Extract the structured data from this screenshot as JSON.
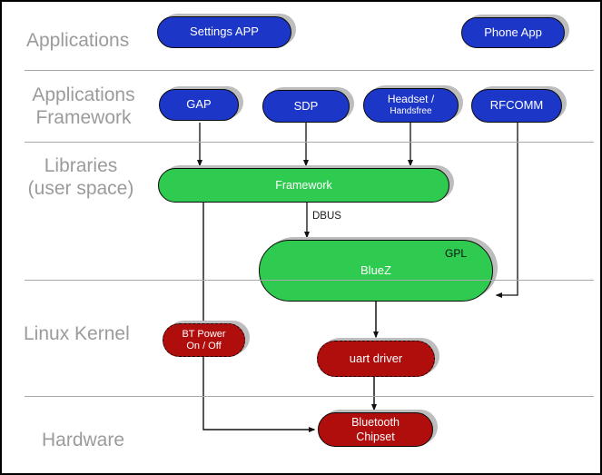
{
  "rows": [
    {
      "lines": [
        "Applications"
      ]
    },
    {
      "lines": [
        "Applications",
        "Framework"
      ]
    },
    {
      "lines": [
        "Libraries",
        "(user space)"
      ]
    },
    {
      "lines": [
        "Linux Kernel"
      ]
    },
    {
      "lines": [
        "Hardware"
      ]
    }
  ],
  "nodes": {
    "settings_app": {
      "label": "Settings APP"
    },
    "phone_app": {
      "label": "Phone App"
    },
    "gap": {
      "label": "GAP"
    },
    "sdp": {
      "label": "SDP"
    },
    "headset": {
      "line1": "Headset /",
      "line2": "Handsfree"
    },
    "rfcomm": {
      "label": "RFCOMM"
    },
    "framework": {
      "label": "Framework"
    },
    "bluez": {
      "label": "BlueZ",
      "tag": "GPL"
    },
    "bt_power": {
      "line1": "BT Power",
      "line2": "On / Off"
    },
    "uart_driver": {
      "label": "uart driver"
    },
    "bt_chipset": {
      "line1": "Bluetooth",
      "line2": "Chipset"
    }
  },
  "edge_labels": {
    "dbus": "DBUS"
  },
  "edges": [
    {
      "from": "gap",
      "to": "framework"
    },
    {
      "from": "sdp",
      "to": "framework"
    },
    {
      "from": "headset",
      "to": "framework"
    },
    {
      "from": "rfcomm",
      "to": "bluez"
    },
    {
      "from": "framework",
      "to": "bluez",
      "label": "DBUS"
    },
    {
      "from": "framework",
      "to": "bt_chipset",
      "via": "bt_power"
    },
    {
      "from": "bluez",
      "to": "uart_driver"
    },
    {
      "from": "uart_driver",
      "to": "bt_chipset"
    }
  ],
  "colors": {
    "app_blue": "#1c36c8",
    "lib_green": "#2ecb50",
    "kernel_red": "#b00d0d",
    "shadow_gray": "#bdbdbd",
    "row_label_gray": "#9b9b9b",
    "separator_gray": "#a8a8a8",
    "line_black": "#111111"
  }
}
